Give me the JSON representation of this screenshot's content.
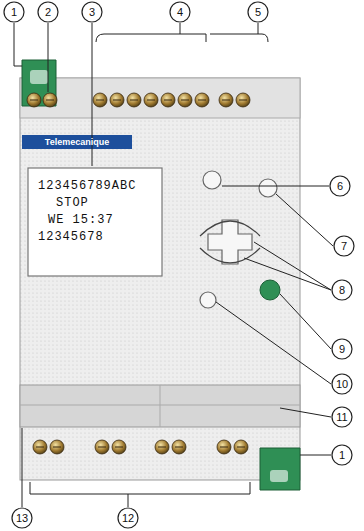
{
  "diagram": {
    "nodes": [
      {
        "text": [
          "123456789ABC",
          "STOP",
          "WE 15:37",
          "12345678"
        ]
      }
    ],
    "labels": [
      "1",
      "2",
      "3",
      "4",
      "5",
      "Telemecanique",
      "6",
      "7",
      "8",
      "9",
      "10",
      "11",
      "1",
      "13",
      "12"
    ]
  }
}
